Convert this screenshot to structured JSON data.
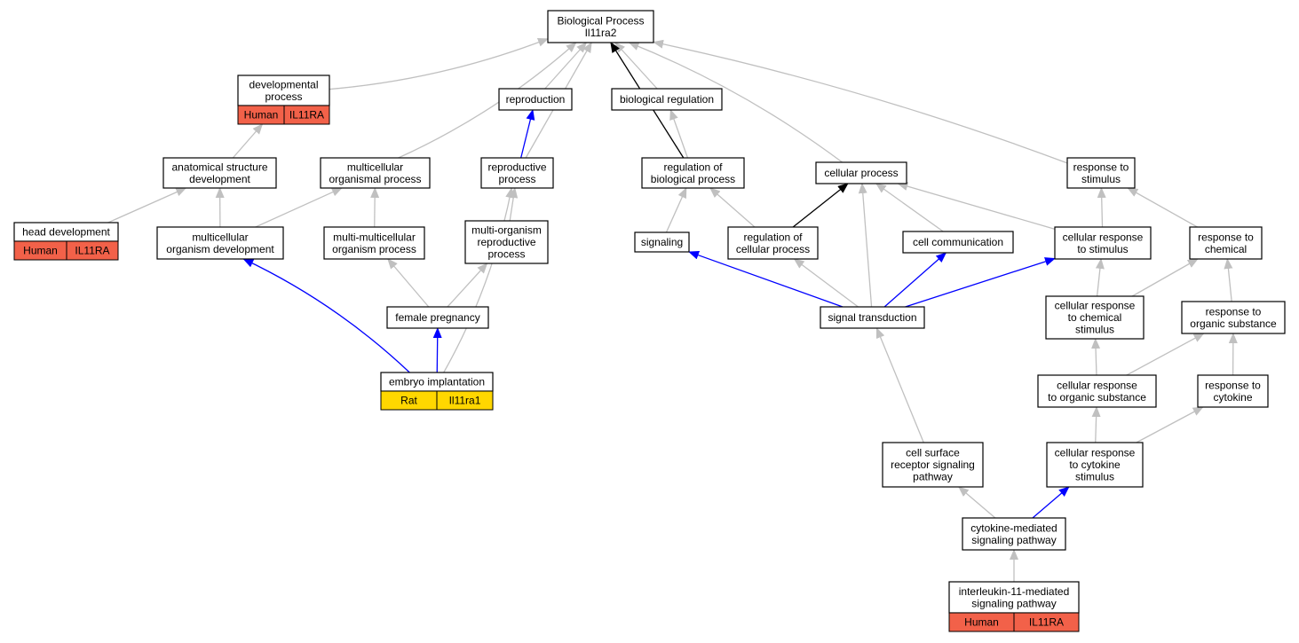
{
  "colors": {
    "edge_is_a": "#c0c0c0",
    "edge_part_of": "#0000ff",
    "edge_regulates": "#000000",
    "species_human": "#f26149",
    "species_rat": "#ffd700"
  },
  "nodes": {
    "bp": {
      "lines": [
        "Biological Process",
        "Il11ra2"
      ]
    },
    "dev": {
      "lines": [
        "developmental",
        "process"
      ],
      "species": "Human",
      "gene": "IL11RA"
    },
    "repro": {
      "lines": [
        "reproduction"
      ]
    },
    "bioreg": {
      "lines": [
        "biological regulation"
      ]
    },
    "asd": {
      "lines": [
        "anatomical structure",
        "development"
      ]
    },
    "mop": {
      "lines": [
        "multicellular",
        "organismal process"
      ]
    },
    "rp": {
      "lines": [
        "reproductive",
        "process"
      ]
    },
    "rbp": {
      "lines": [
        "regulation of",
        "biological process"
      ]
    },
    "cp": {
      "lines": [
        "cellular process"
      ]
    },
    "rts": {
      "lines": [
        "response to",
        "stimulus"
      ]
    },
    "hd": {
      "lines": [
        "head development"
      ],
      "species": "Human",
      "gene": "IL11RA"
    },
    "mod": {
      "lines": [
        "multicellular",
        "organism development"
      ]
    },
    "mmop": {
      "lines": [
        "multi-multicellular",
        "organism process"
      ]
    },
    "morp": {
      "lines": [
        "multi-organism",
        "reproductive",
        "process"
      ]
    },
    "sig": {
      "lines": [
        "signaling"
      ]
    },
    "rcp": {
      "lines": [
        "regulation of",
        "cellular process"
      ]
    },
    "cc": {
      "lines": [
        "cell communication"
      ]
    },
    "crs": {
      "lines": [
        "cellular response",
        "to stimulus"
      ]
    },
    "rtc": {
      "lines": [
        "response to",
        "chemical"
      ]
    },
    "fp": {
      "lines": [
        "female pregnancy"
      ]
    },
    "st": {
      "lines": [
        "signal transduction"
      ]
    },
    "crcs": {
      "lines": [
        "cellular response",
        "to chemical",
        "stimulus"
      ]
    },
    "ros": {
      "lines": [
        "response to",
        "organic substance"
      ]
    },
    "ei": {
      "lines": [
        "embryo implantation"
      ],
      "species": "Rat",
      "gene": "Il11ra1"
    },
    "cros": {
      "lines": [
        "cellular response",
        "to organic substance"
      ]
    },
    "rcyt": {
      "lines": [
        "response to",
        "cytokine"
      ]
    },
    "csr": {
      "lines": [
        "cell surface",
        "receptor signaling",
        "pathway"
      ]
    },
    "crcy": {
      "lines": [
        "cellular response",
        "to cytokine",
        "stimulus"
      ]
    },
    "cmsp": {
      "lines": [
        "cytokine-mediated",
        "signaling pathway"
      ]
    },
    "il11": {
      "lines": [
        "interleukin-11-mediated",
        "signaling pathway"
      ],
      "species": "Human",
      "gene": "IL11RA"
    }
  },
  "edges": [
    {
      "from": "dev",
      "to": "bp",
      "rel": "is_a"
    },
    {
      "from": "repro",
      "to": "bp",
      "rel": "is_a"
    },
    {
      "from": "bioreg",
      "to": "bp",
      "rel": "is_a"
    },
    {
      "from": "mop",
      "to": "bp",
      "rel": "is_a"
    },
    {
      "from": "rp",
      "to": "bp",
      "rel": "is_a"
    },
    {
      "from": "rbp",
      "to": "bp",
      "rel": "regulates"
    },
    {
      "from": "cp",
      "to": "bp",
      "rel": "is_a"
    },
    {
      "from": "rts",
      "to": "bp",
      "rel": "is_a"
    },
    {
      "from": "asd",
      "to": "dev",
      "rel": "is_a"
    },
    {
      "from": "hd",
      "to": "asd",
      "rel": "is_a"
    },
    {
      "from": "mod",
      "to": "asd",
      "rel": "is_a"
    },
    {
      "from": "mod",
      "to": "mop",
      "rel": "is_a"
    },
    {
      "from": "mmop",
      "to": "mop",
      "rel": "is_a"
    },
    {
      "from": "rp",
      "to": "repro",
      "rel": "part_of"
    },
    {
      "from": "morp",
      "to": "rp",
      "rel": "is_a"
    },
    {
      "from": "rbp",
      "to": "bioreg",
      "rel": "is_a"
    },
    {
      "from": "sig",
      "to": "rbp",
      "rel": "is_a"
    },
    {
      "from": "rcp",
      "to": "rbp",
      "rel": "is_a"
    },
    {
      "from": "rcp",
      "to": "cp",
      "rel": "regulates"
    },
    {
      "from": "cc",
      "to": "cp",
      "rel": "is_a"
    },
    {
      "from": "crs",
      "to": "cp",
      "rel": "is_a"
    },
    {
      "from": "crs",
      "to": "rts",
      "rel": "is_a"
    },
    {
      "from": "rtc",
      "to": "rts",
      "rel": "is_a"
    },
    {
      "from": "fp",
      "to": "mmop",
      "rel": "is_a"
    },
    {
      "from": "fp",
      "to": "morp",
      "rel": "is_a"
    },
    {
      "from": "ei",
      "to": "fp",
      "rel": "part_of"
    },
    {
      "from": "ei",
      "to": "mod",
      "rel": "part_of"
    },
    {
      "from": "ei",
      "to": "rp",
      "rel": "is_a"
    },
    {
      "from": "st",
      "to": "sig",
      "rel": "part_of"
    },
    {
      "from": "st",
      "to": "rcp",
      "rel": "is_a"
    },
    {
      "from": "st",
      "to": "cp",
      "rel": "is_a"
    },
    {
      "from": "st",
      "to": "cc",
      "rel": "part_of"
    },
    {
      "from": "st",
      "to": "crs",
      "rel": "part_of"
    },
    {
      "from": "crcs",
      "to": "crs",
      "rel": "is_a"
    },
    {
      "from": "crcs",
      "to": "rtc",
      "rel": "is_a"
    },
    {
      "from": "ros",
      "to": "rtc",
      "rel": "is_a"
    },
    {
      "from": "cros",
      "to": "crcs",
      "rel": "is_a"
    },
    {
      "from": "cros",
      "to": "ros",
      "rel": "is_a"
    },
    {
      "from": "rcyt",
      "to": "ros",
      "rel": "is_a"
    },
    {
      "from": "csr",
      "to": "st",
      "rel": "is_a"
    },
    {
      "from": "crcy",
      "to": "cros",
      "rel": "is_a"
    },
    {
      "from": "crcy",
      "to": "rcyt",
      "rel": "is_a"
    },
    {
      "from": "cmsp",
      "to": "csr",
      "rel": "is_a"
    },
    {
      "from": "cmsp",
      "to": "crcy",
      "rel": "part_of"
    },
    {
      "from": "il11",
      "to": "cmsp",
      "rel": "is_a"
    }
  ]
}
